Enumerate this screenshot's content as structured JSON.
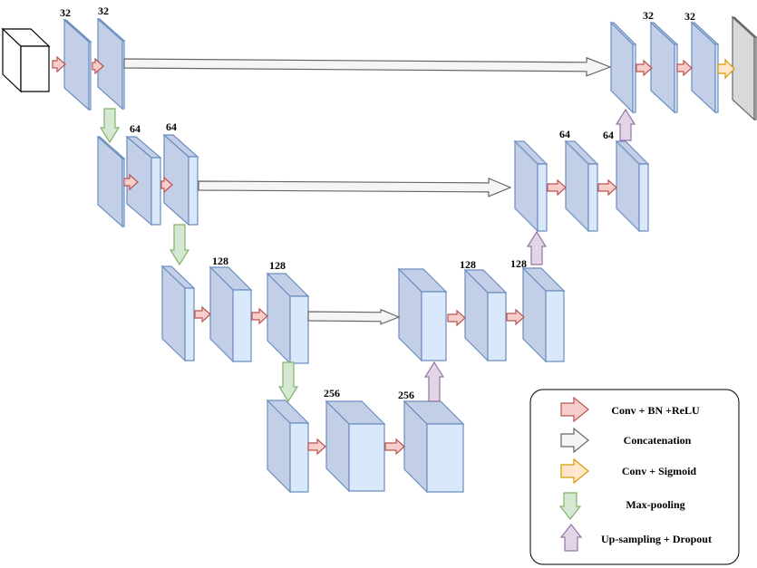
{
  "diagram": {
    "labels": {
      "l1_a": "32",
      "l1_b": "32",
      "l2_a": "64",
      "l2_b": "64",
      "l3_a": "128",
      "l3_b": "128",
      "l4_a": "256",
      "l4_b": "256",
      "r3_a": "128",
      "r3_b": "128",
      "r2_a": "64",
      "r2_b": "64",
      "r1_a": "32",
      "r1_b": "32"
    },
    "legend": {
      "conv_bn_relu": "Conv + BN +ReLU",
      "concatenation": "Concatenation",
      "conv_sigmoid": "Conv + Sigmoid",
      "max_pooling": "Max-pooling",
      "upsampling_dropout": "Up-sampling + Dropout"
    },
    "colors": {
      "block_front": "#dae8fc",
      "block_side": "#c3cfe6",
      "block_stroke": "#6c8ebf",
      "conv_fill": "#f8cecc",
      "conv_stroke": "#b85450",
      "concat_fill": "#f5f5f5",
      "concat_stroke": "#666666",
      "sigmoid_fill": "#ffe6cc",
      "sigmoid_stroke": "#d79b00",
      "pool_fill": "#d5e8d4",
      "pool_stroke": "#82b366",
      "up_fill": "#e1d5e7",
      "up_stroke": "#9673a6"
    }
  }
}
